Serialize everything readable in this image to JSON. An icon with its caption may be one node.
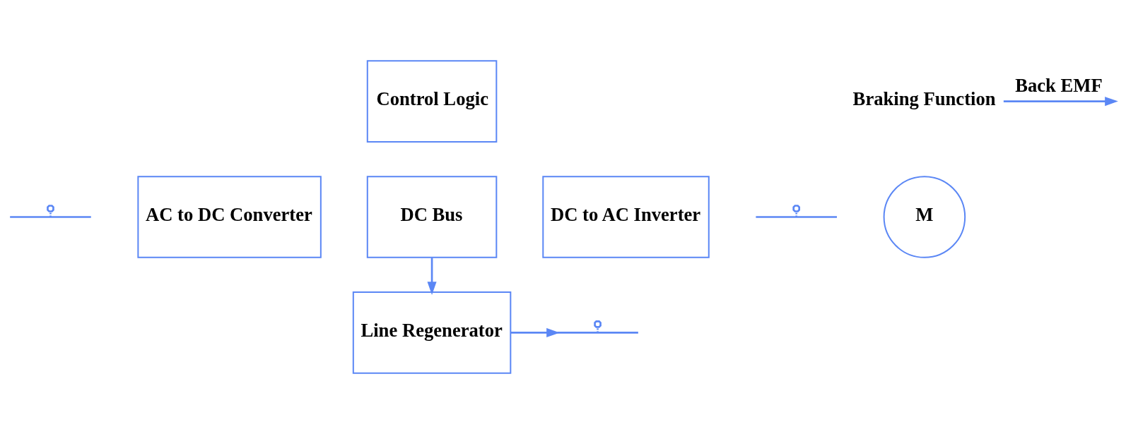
{
  "diagram": {
    "nodes": [
      {
        "text": [
          "Control Logic"
        ]
      },
      {
        "text": [],
        "shape": "wave"
      },
      {
        "text": [
          "AC to DC Converter"
        ]
      },
      {
        "text": [
          "DC Bus"
        ]
      },
      {
        "text": [
          "DC to AC Inverter"
        ]
      },
      {
        "text": [],
        "shape": "wave"
      },
      {
        "text": [
          "M"
        ]
      },
      {
        "text": [
          "Braking Function"
        ]
      },
      {
        "text": [
          "Line Regenerator"
        ]
      },
      {
        "text": [],
        "shape": "wave"
      }
    ],
    "edges": [
      {
        "from": 3,
        "to": 8,
        "arrow": "to"
      },
      {
        "from": 8,
        "to": 9,
        "arrow": "to"
      },
      {
        "from": 7,
        "to": null,
        "arrow": "to",
        "label": "Back EMF"
      }
    ]
  }
}
